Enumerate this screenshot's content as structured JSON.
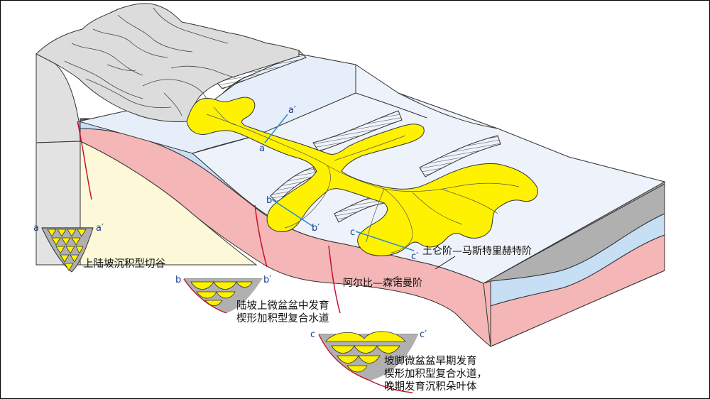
{
  "diagram": {
    "stage_labels": {
      "upper": "土仑阶—马斯特里赫特阶",
      "lower": "阿尔比—森诺曼阶"
    },
    "section_lines": [
      {
        "start": "a",
        "end": "a′"
      },
      {
        "start": "b",
        "end": "b′"
      },
      {
        "start": "c",
        "end": "c′"
      }
    ],
    "insets": [
      {
        "start": "a",
        "end": "a′",
        "caption": [
          "上陆坡沉积型切谷"
        ]
      },
      {
        "start": "b",
        "end": "b′",
        "caption": [
          "陆坡上微盆盆中发育",
          "楔形加积型复合水道"
        ]
      },
      {
        "start": "c",
        "end": "c′",
        "caption": [
          "坡脚微盆盆早期发育",
          "楔形加积型复合水道，",
          "晚期发育沉积朵叶体"
        ]
      }
    ],
    "colors": {
      "sand": "#fff200",
      "grey_layer": "#b0b0b0",
      "blue_layer": "#c6dff5",
      "pink_layer": "#f4b6b6",
      "cream_layer": "#fcf8d8",
      "seafloor": "#eef2fb",
      "label_blue": "#1a3e8c",
      "section_line": "#2a8fd0",
      "fault_red": "#c8102e"
    }
  }
}
